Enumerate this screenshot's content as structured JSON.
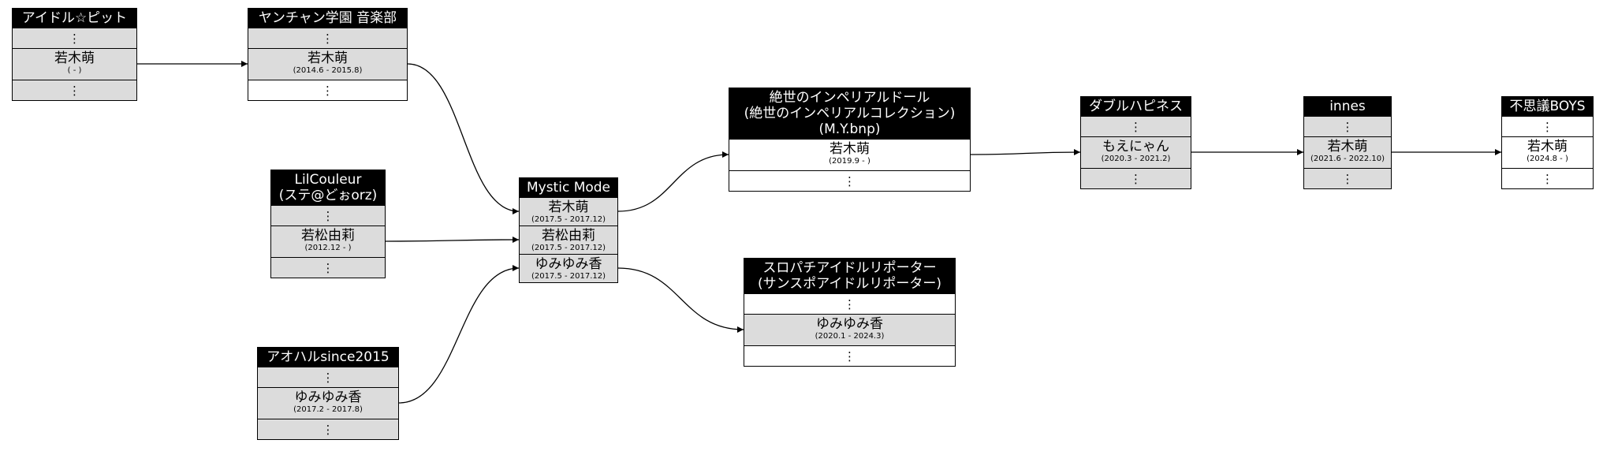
{
  "nodes": [
    {
      "id": "idol_pit",
      "title_lines": [
        "アイドル☆ピット"
      ],
      "rows": [
        {
          "type": "dots",
          "text": "⋮",
          "shade": "gray"
        },
        {
          "type": "member",
          "name": "若木萌",
          "period": "( - )",
          "shade": "gray"
        },
        {
          "type": "dots",
          "text": "⋮",
          "shade": "gray"
        }
      ]
    },
    {
      "id": "yanchan",
      "title_lines": [
        "ヤンチャン学園 音楽部"
      ],
      "rows": [
        {
          "type": "dots",
          "text": "⋮",
          "shade": "gray"
        },
        {
          "type": "member",
          "name": "若木萌",
          "period": "(2014.6 - 2015.8)",
          "shade": "gray"
        },
        {
          "type": "dots",
          "text": "⋮",
          "shade": "white"
        }
      ]
    },
    {
      "id": "lilcouleur",
      "title_lines": [
        "LilCouleur",
        "(ステ@どぉorz)"
      ],
      "rows": [
        {
          "type": "dots",
          "text": "⋮",
          "shade": "gray"
        },
        {
          "type": "member",
          "name": "若松由莉",
          "period": "(2012.12 - )",
          "shade": "gray"
        },
        {
          "type": "dots",
          "text": "⋮",
          "shade": "gray"
        }
      ]
    },
    {
      "id": "aoharu",
      "title_lines": [
        "アオハルsince2015"
      ],
      "rows": [
        {
          "type": "dots",
          "text": "⋮",
          "shade": "gray"
        },
        {
          "type": "member",
          "name": "ゆみゆみ香",
          "period": "(2017.2 - 2017.8)",
          "shade": "gray"
        },
        {
          "type": "dots",
          "text": "⋮",
          "shade": "gray"
        }
      ]
    },
    {
      "id": "mystic",
      "title_lines": [
        "Mystic Mode"
      ],
      "rows": [
        {
          "type": "member",
          "name": "若木萌",
          "period": "(2017.5 - 2017.12)",
          "shade": "gray"
        },
        {
          "type": "member",
          "name": "若松由莉",
          "period": "(2017.5 - 2017.12)",
          "shade": "gray"
        },
        {
          "type": "member",
          "name": "ゆみゆみ香",
          "period": "(2017.5 - 2017.12)",
          "shade": "gray"
        }
      ]
    },
    {
      "id": "zessei",
      "title_lines": [
        "絶世のインペリアルドール",
        "(絶世のインペリアルコレクション)",
        "(M.Y.bnp)"
      ],
      "rows": [
        {
          "type": "member",
          "name": "若木萌",
          "period": "(2019.9 - )",
          "shade": "white"
        },
        {
          "type": "dots",
          "text": "⋮",
          "shade": "white"
        }
      ]
    },
    {
      "id": "slopachi",
      "title_lines": [
        "スロパチアイドルリポーター",
        "(サンスポアイドルリポーター)"
      ],
      "rows": [
        {
          "type": "dots",
          "text": "⋮",
          "shade": "white"
        },
        {
          "type": "member",
          "name": "ゆみゆみ香",
          "period": "(2020.1 - 2024.3)",
          "shade": "gray"
        },
        {
          "type": "dots",
          "text": "⋮",
          "shade": "white"
        }
      ]
    },
    {
      "id": "double_happiness",
      "title_lines": [
        "ダブルハピネス"
      ],
      "rows": [
        {
          "type": "dots",
          "text": "⋮",
          "shade": "gray"
        },
        {
          "type": "member",
          "name": "もえにゃん",
          "period": "(2020.3 - 2021.2)",
          "shade": "gray"
        },
        {
          "type": "dots",
          "text": "⋮",
          "shade": "gray"
        }
      ]
    },
    {
      "id": "innes",
      "title_lines": [
        "innes"
      ],
      "rows": [
        {
          "type": "dots",
          "text": "⋮",
          "shade": "gray"
        },
        {
          "type": "member",
          "name": "若木萌",
          "period": "(2021.6 - 2022.10)",
          "shade": "gray"
        },
        {
          "type": "dots",
          "text": "⋮",
          "shade": "gray"
        }
      ]
    },
    {
      "id": "fushigi_boys",
      "title_lines": [
        "不思議BOYS"
      ],
      "rows": [
        {
          "type": "dots",
          "text": "⋮",
          "shade": "white"
        },
        {
          "type": "member",
          "name": "若木萌",
          "period": "(2024.8 - )",
          "shade": "white"
        },
        {
          "type": "dots",
          "text": "⋮",
          "shade": "white"
        }
      ]
    }
  ],
  "edges": [
    {
      "from": "idol_pit",
      "from_row": 1,
      "to": "yanchan",
      "to_row": 1
    },
    {
      "from": "yanchan",
      "from_row": 1,
      "to": "mystic",
      "to_row": 0
    },
    {
      "from": "lilcouleur",
      "from_row": 1,
      "to": "mystic",
      "to_row": 1
    },
    {
      "from": "aoharu",
      "from_row": 1,
      "to": "mystic",
      "to_row": 2
    },
    {
      "from": "mystic",
      "from_row": 0,
      "to": "zessei",
      "to_row": 0
    },
    {
      "from": "mystic",
      "from_row": 2,
      "to": "slopachi",
      "to_row": 1
    },
    {
      "from": "zessei",
      "from_row": 0,
      "to": "double_happiness",
      "to_row": 1
    },
    {
      "from": "double_happiness",
      "from_row": 1,
      "to": "innes",
      "to_row": 1
    },
    {
      "from": "innes",
      "from_row": 1,
      "to": "fushigi_boys",
      "to_row": 1
    }
  ]
}
